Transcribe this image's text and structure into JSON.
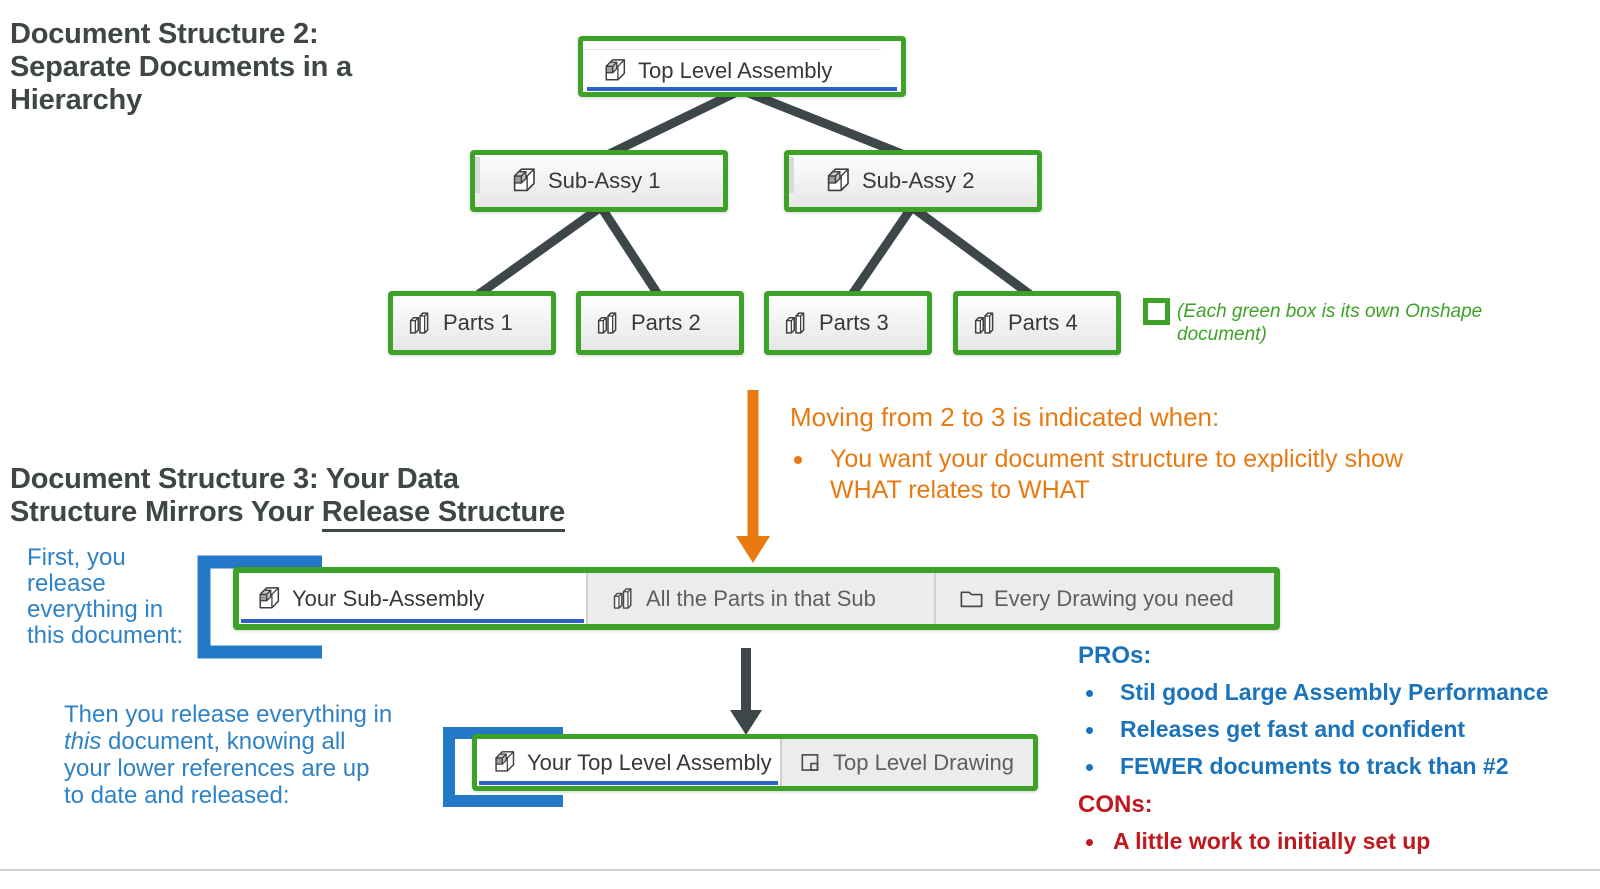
{
  "colors": {
    "green": "#3da227",
    "charcoal": "#3d474a",
    "orange": "#e87a12",
    "blue_accent": "#2b62c4",
    "blue_bracket": "#2478c8",
    "blue_text": "#2e82c6",
    "pros_blue": "#1b74bb",
    "cons_red": "#bf181d",
    "heading": "#3e4743"
  },
  "icons": {
    "assembly": "assembly-cube-icon",
    "parts": "part-studio-icon",
    "folder": "folder-icon",
    "drawing": "drawing-sheet-icon"
  },
  "heading2": {
    "text": "Document Structure 2:\nSeparate Documents in a\nHierarchy"
  },
  "heading3": {
    "line1": "Document Structure 3: Your Data",
    "line2_prefix": "Structure Mirrors Your ",
    "line2_underline": "Release Structure"
  },
  "tree": {
    "root": {
      "label": "Top Level Assembly"
    },
    "sub1": {
      "label": "Sub-Assy 1"
    },
    "sub2": {
      "label": "Sub-Assy 2"
    },
    "parts": [
      {
        "label": "Parts 1"
      },
      {
        "label": "Parts 2"
      },
      {
        "label": "Parts 3"
      },
      {
        "label": "Parts 4"
      }
    ]
  },
  "legend": {
    "text": "(Each green box is its own Onshape document)"
  },
  "transition": {
    "heading": "Moving from 2 to 3 is indicated when:",
    "bullet": "You want your document structure to explicitly show WHAT relates to WHAT"
  },
  "annotations": {
    "first": "First, you\nrelease\neverything in\nthis document:",
    "then_prefix": "Then you release everything in ",
    "then_italic": "this",
    "then_suffix": " document, knowing all your lower references are up to date and released:"
  },
  "release_box_sub": {
    "tabs": [
      {
        "label": "Your Sub-Assembly"
      },
      {
        "label": "All the Parts in that Sub"
      },
      {
        "label": "Every Drawing you need"
      }
    ]
  },
  "release_box_top": {
    "tabs": [
      {
        "label": "Your Top Level Assembly"
      },
      {
        "label": "Top Level Drawing"
      }
    ]
  },
  "pros": {
    "heading": "PROs:",
    "items": [
      "Stil good Large Assembly Performance",
      "Releases get fast and confident",
      "FEWER documents to track than #2"
    ]
  },
  "cons": {
    "heading": "CONs:",
    "items": [
      "A little work to initially set up"
    ]
  }
}
